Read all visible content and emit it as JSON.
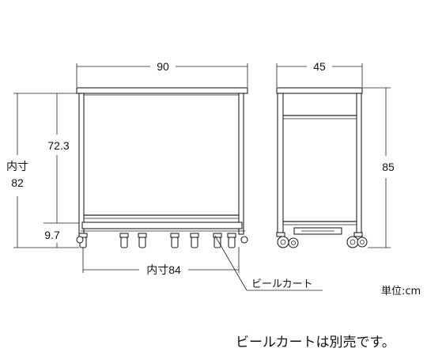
{
  "front_view": {
    "width_label": "90",
    "inner_height_label": "72.3",
    "inner_total_label_line1": "内寸",
    "inner_total_label_line2": "82",
    "bottom_gap_label": "9.7",
    "inner_width_label": "内寸84"
  },
  "side_view": {
    "depth_label": "45",
    "height_label": "85"
  },
  "callout_label": "ビールカート",
  "unit_label": "単位:cm",
  "footnote": "ビールカートは別売です。"
}
